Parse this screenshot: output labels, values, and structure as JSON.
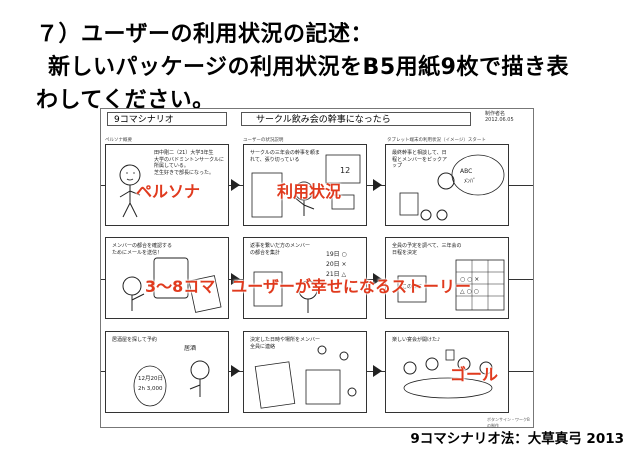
{
  "heading": {
    "line1": "７）ユーザーの利用状況の記述：",
    "line2": "新しいパッケージの利用状況をB5用紙9枚で描き表",
    "line3": "わしてください。"
  },
  "storyboard": {
    "title": "9コマシナリオ",
    "subject": "サークル飲み会の幹事になったら",
    "author_label": "制作者名",
    "date": "2012.06.05",
    "labels": {
      "persona": "ペルソナ概要",
      "usage": "ユーザーの状況説明",
      "tablet": "タブレット端末の利用状況（イメージ）スタート"
    },
    "frames": [
      {
        "caption": "田中剛二（21）大学3年生\n大学のバドミントンサークルに所属している。\n芝生好きで部長になった。"
      },
      {
        "caption": "サークルの三年会の幹事を頼まれて、張り切っている"
      },
      {
        "caption": "最終幹事と相談して、日程とメンバーをピックアップ"
      },
      {
        "caption": "メンバーの都合を確認するためにメールを送信！"
      },
      {
        "caption": "返事を繋いだ方のメンバーの都合を集計"
      },
      {
        "caption": "全員の予定を調べて、三年会の日程を決定"
      },
      {
        "caption": "居酒屋を探して予約"
      },
      {
        "caption": "決定した日時や場所をメンバー全員に連絡"
      },
      {
        "caption": "楽しい宴会が開けた♪"
      }
    ],
    "footer_note": "ボタンサイン・ワークBの制作"
  },
  "overlays": {
    "persona": "ペルソナ",
    "usage": "利用状況",
    "story": "3〜8コマ　ユーザーが幸せになるストーリー",
    "goal": "ゴール"
  },
  "credit": "9コマシナリオ法：大草真弓 2013"
}
